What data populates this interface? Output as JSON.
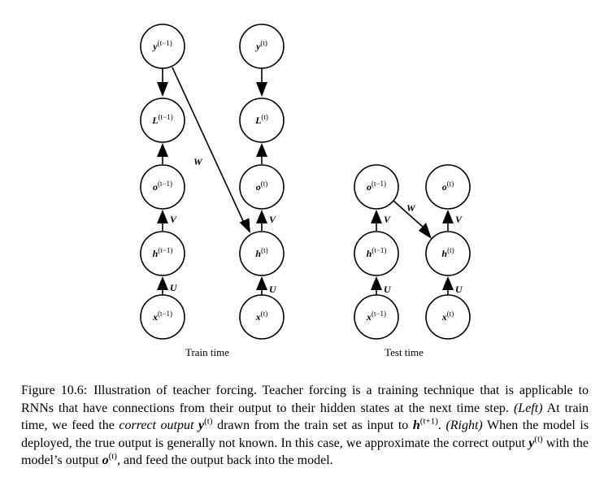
{
  "figure": {
    "nodes": [
      {
        "var": "y",
        "sup": "(t−1)"
      },
      {
        "var": "L",
        "sup": "(t−1)"
      },
      {
        "var": "o",
        "sup": "(t−1)"
      },
      {
        "var": "h",
        "sup": "(t−1)"
      },
      {
        "var": "x",
        "sup": "(t−1)"
      },
      {
        "var": "y",
        "sup": "(t)"
      },
      {
        "var": "L",
        "sup": "(t)"
      },
      {
        "var": "o",
        "sup": "(t)"
      },
      {
        "var": "h",
        "sup": "(t)"
      },
      {
        "var": "x",
        "sup": "(t)"
      },
      {
        "var": "o",
        "sup": "(t−1)"
      },
      {
        "var": "h",
        "sup": "(t−1)"
      },
      {
        "var": "x",
        "sup": "(t−1)"
      },
      {
        "var": "o",
        "sup": "(t)"
      },
      {
        "var": "h",
        "sup": "(t)"
      },
      {
        "var": "x",
        "sup": "(t)"
      }
    ],
    "edge_labels": [
      "W",
      "V",
      "U",
      "V",
      "U",
      "W",
      "V",
      "U",
      "V",
      "U"
    ],
    "panel_captions": [
      "Train time",
      "Test time"
    ]
  },
  "caption": {
    "label": "Figure 10.6:",
    "p1": "Illustration of teacher forcing. Teacher forcing is a training technique that is applicable to RNNs that have connections from their output to their hidden states at the next time step.",
    "left_tag": "(Left)",
    "p2": "At train time, we feed the",
    "correct_output": "correct output",
    "y_var": "y",
    "y_sup": "(t)",
    "p3": "drawn from the train set as input to",
    "h_var": "h",
    "h_sup": "(t+1)",
    "p4": ".",
    "right_tag": "(Right)",
    "p5": "When the model is deployed, the true output is generally not known. In this case, we approximate the correct output",
    "y2_var": "y",
    "y2_sup": "(t)",
    "p6": "with the model’s output",
    "o_var": "o",
    "o_sup": "(t)",
    "p7": ", and feed the output back into the model."
  }
}
